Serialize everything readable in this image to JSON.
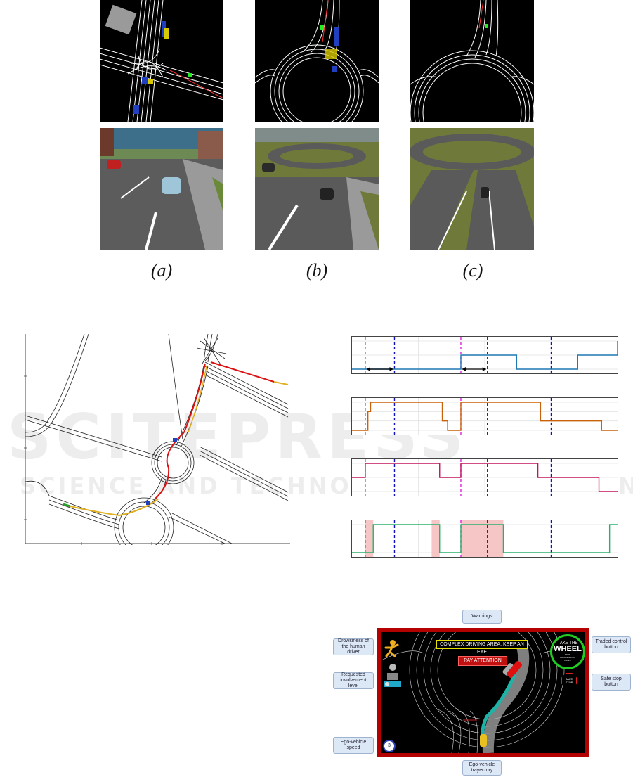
{
  "captions": [
    "(a)",
    "(b)",
    "(c)"
  ],
  "watermark": {
    "main": "SCITEPRESS",
    "sub": "SCIENCE AND TECHNOLOGY PUBLICATIONS"
  },
  "hmi": {
    "labels": {
      "warnings": "Warnings",
      "drowsiness": "Drowsiness of the human driver",
      "involvement": "Requested involvement level",
      "speed": "Ego-vehicle speed",
      "traded_control": "Traded control button",
      "safe_stop": "Safe stop button",
      "trajectory": "Ego-vehicle trayectory"
    },
    "screen": {
      "warning_banner": "COMPLEX DRIVING AREA: KEEP AN EYE",
      "attention_banner": "PAY ATTENTION",
      "take_the": "TAKE THE",
      "wheel": "WHEEL",
      "wheel_sub1": "STOP",
      "wheel_sub2": "AUTONOMOUS",
      "wheel_sub3": "DRIVE",
      "safe_stop": "SAFE STOP",
      "speed_value": "3"
    },
    "colors": {
      "frame": "#b30000",
      "screen": "#000000",
      "ring": "#22cc22",
      "banner_red": "#c01010",
      "banner_border": "#e8e000"
    }
  },
  "chart_data": [
    {
      "type": "line",
      "x": [
        0,
        20,
        37,
        41,
        59,
        62,
        78,
        85,
        98,
        100
      ],
      "values": [
        0,
        0,
        0,
        1,
        1,
        0,
        0,
        1,
        1,
        2
      ],
      "color": "#1f77b4",
      "grid": true,
      "annotations": {
        "magenta_lines": [
          5,
          41
        ],
        "blue_lines": [
          16,
          51,
          75
        ],
        "arrows": [
          [
            5,
            16
          ],
          [
            41,
            51
          ]
        ]
      }
    },
    {
      "type": "line",
      "x": [
        0,
        5,
        6,
        7,
        8,
        33,
        34,
        36,
        40,
        41,
        70,
        71,
        93,
        94,
        100
      ],
      "values": [
        0,
        0,
        2,
        3,
        3,
        3,
        1,
        0,
        0,
        3,
        3,
        1,
        1,
        0,
        0
      ],
      "color": "#c8620a",
      "grid": true,
      "annotations": {
        "magenta_lines": [
          5,
          41
        ],
        "blue_lines": [
          16,
          51,
          75
        ]
      }
    },
    {
      "type": "line",
      "x": [
        0,
        5,
        33,
        41,
        70,
        93,
        100
      ],
      "values": [
        1,
        2,
        1,
        2,
        1,
        0,
        0
      ],
      "color": "#c0135e",
      "grid": true,
      "annotations": {
        "magenta_lines": [
          5,
          41
        ],
        "blue_lines": [
          16,
          51,
          75
        ]
      }
    },
    {
      "type": "line",
      "x": [
        0,
        8,
        30,
        33,
        41,
        57,
        97,
        100
      ],
      "values": [
        0,
        1,
        1,
        0,
        1,
        0,
        1,
        1
      ],
      "color": "#2ab06a",
      "grid": true,
      "shaded": [
        [
          5,
          8
        ],
        [
          30,
          33
        ],
        [
          41,
          57
        ]
      ],
      "annotations": {
        "magenta_lines": [
          5,
          41
        ],
        "blue_lines": [
          16,
          51,
          75
        ]
      }
    }
  ]
}
